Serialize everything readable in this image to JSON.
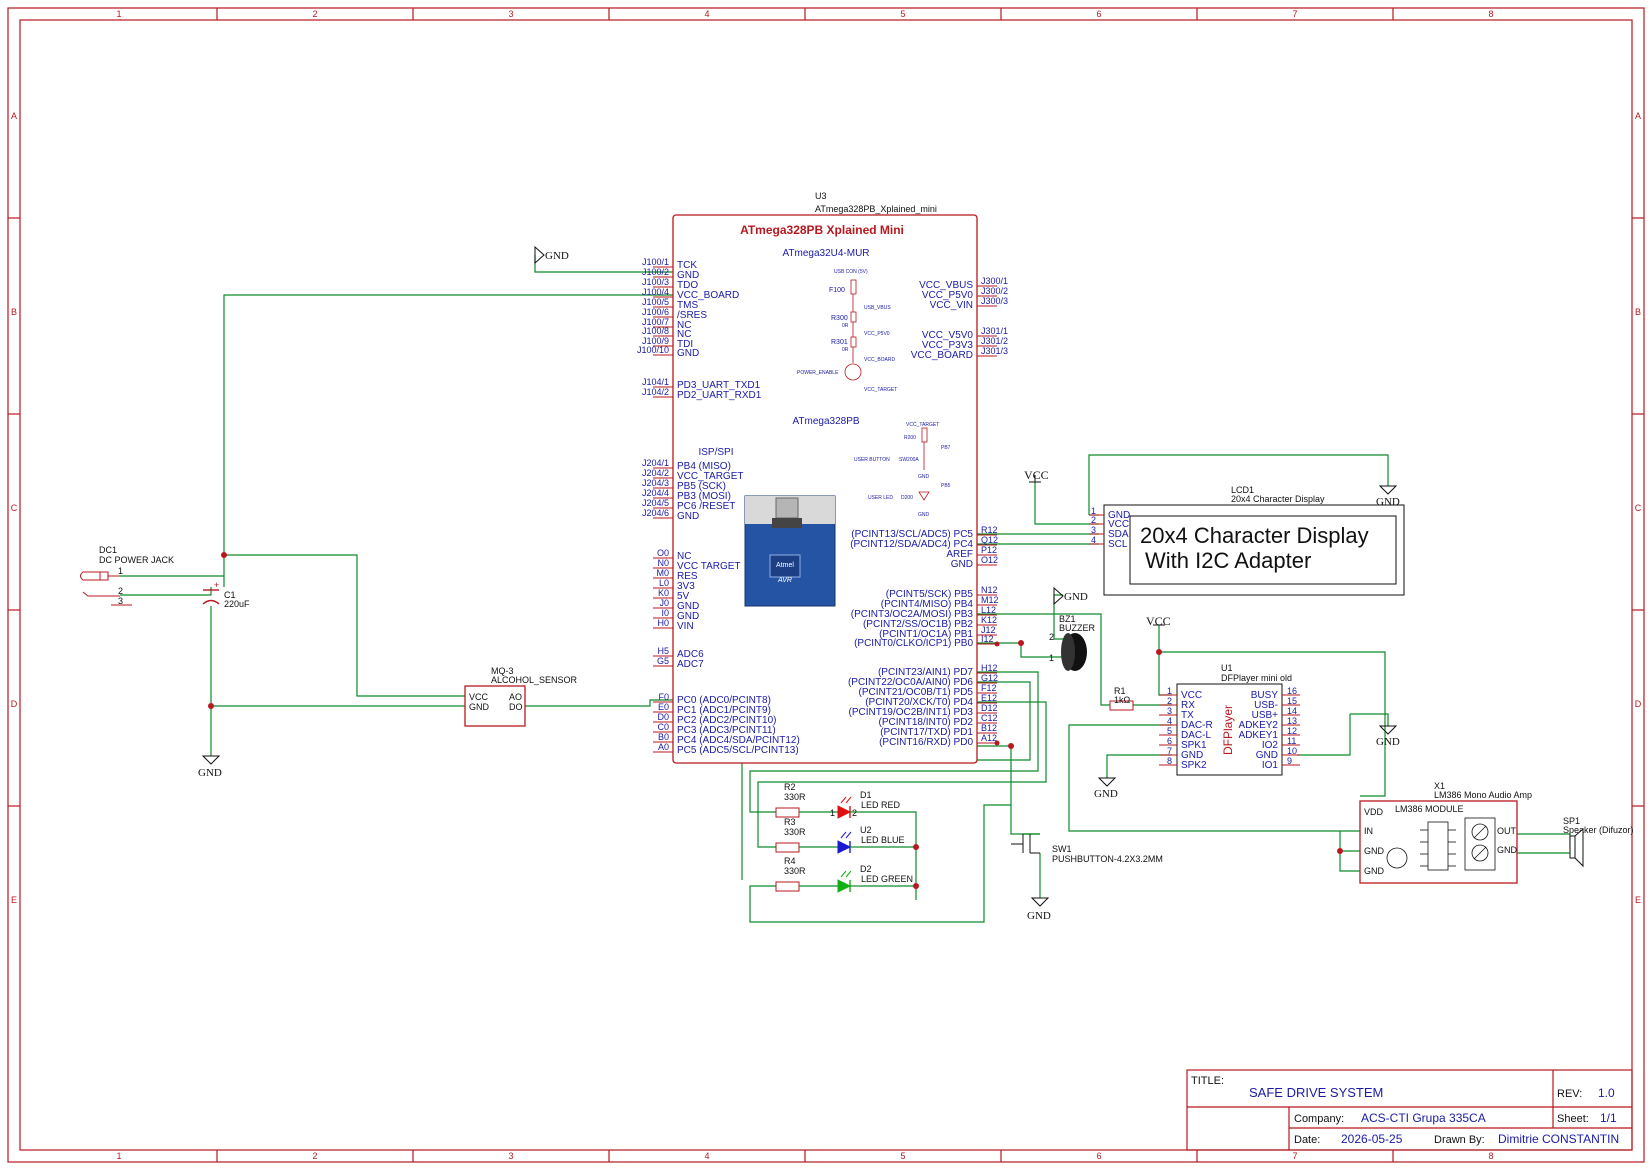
{
  "frame": {
    "columns": [
      "1",
      "2",
      "3",
      "4",
      "5",
      "6",
      "7",
      "8"
    ],
    "rows": [
      "A",
      "B",
      "C",
      "D",
      "E"
    ]
  },
  "title_block": {
    "title_label": "TITLE:",
    "title": "SAFE DRIVE SYSTEM",
    "rev_label": "REV:",
    "rev": "1.0",
    "company_label": "Company:",
    "company": "ACS-CTI Grupa 335CA",
    "sheet_label": "Sheet:",
    "sheet": "1/1",
    "date_label": "Date:",
    "date": "2026-05-25",
    "drawn_label": "Drawn By:",
    "drawn_by": "Dimitrie CONSTANTIN"
  },
  "u3": {
    "ref": "U3",
    "value": "ATmega328PB_Xplained_mini",
    "title": "ATmega328PB Xplained Mini",
    "sub1": "ATmega32U4-MUR",
    "sub2": "ATmega328PB",
    "isp_title": "ISP/SPI",
    "inner": {
      "usb_con": "USB CON (5V)",
      "f100": "F100",
      "usb_vbus": "USB_VBUS",
      "r300": "R300",
      "r300v": "0R",
      "vcc_p5v0": "VCC_P5V0",
      "r301": "R301",
      "r301v": "0R",
      "vcc_board": "VCC_BOARD",
      "power_enable": "POWER_ENABLE",
      "vcc_target": "VCC_TARGET",
      "vcc_target2": "VCC_TARGET",
      "r200": "R200",
      "pb7": "PB7",
      "user_button": "USER BUTTON",
      "sw200a": "SW200A",
      "gnd1": "GND",
      "pb5": "PB5",
      "user_led": "USER LED",
      "d200": "D200",
      "gnd2": "GND"
    },
    "left_pins": [
      {
        "num": "J100/1",
        "name": "TCK"
      },
      {
        "num": "J100/2",
        "name": "GND"
      },
      {
        "num": "J100/3",
        "name": "TDO"
      },
      {
        "num": "J100/4",
        "name": "VCC_BOARD"
      },
      {
        "num": "J100/5",
        "name": "TMS"
      },
      {
        "num": "J100/6",
        "name": "/SRES"
      },
      {
        "num": "J100/7",
        "name": "NC"
      },
      {
        "num": "J100/8",
        "name": "NC"
      },
      {
        "num": "J100/9",
        "name": "TDI"
      },
      {
        "num": "J100/10",
        "name": "GND"
      },
      {
        "num": "J104/1",
        "name": "PD3_UART_TXD1"
      },
      {
        "num": "J104/2",
        "name": "PD2_UART_RXD1"
      },
      {
        "num": "J204/1",
        "name": "PB4 (MISO)"
      },
      {
        "num": "J204/2",
        "name": "VCC_TARGET"
      },
      {
        "num": "J204/3",
        "name": "PB5 (SCK)"
      },
      {
        "num": "J204/4",
        "name": "PB3 (MOSI)"
      },
      {
        "num": "J204/5",
        "name": "PC6 /RESET"
      },
      {
        "num": "J204/6",
        "name": "GND"
      },
      {
        "num": "O0",
        "name": "NC"
      },
      {
        "num": "N0",
        "name": "VCC TARGET"
      },
      {
        "num": "M0",
        "name": "RES"
      },
      {
        "num": "L0",
        "name": "3V3"
      },
      {
        "num": "K0",
        "name": "5V"
      },
      {
        "num": "J0",
        "name": "GND"
      },
      {
        "num": "I0",
        "name": "GND"
      },
      {
        "num": "H0",
        "name": "VIN"
      },
      {
        "num": "H5",
        "name": "ADC6"
      },
      {
        "num": "G5",
        "name": "ADC7"
      },
      {
        "num": "F0",
        "name": "PC0 (ADC0/PCINT8)"
      },
      {
        "num": "E0",
        "name": "PC1 (ADC1/PCINT9)"
      },
      {
        "num": "D0",
        "name": "PC2 (ADC2/PCINT10)"
      },
      {
        "num": "C0",
        "name": "PC3 (ADC3/PCINT11)"
      },
      {
        "num": "B0",
        "name": "PC4 (ADC4/SDA/PCINT12)"
      },
      {
        "num": "A0",
        "name": "PC5 (ADC5/SCL/PCINT13)"
      }
    ],
    "right_pins": [
      {
        "num": "J300/1",
        "name": "VCC_VBUS"
      },
      {
        "num": "J300/2",
        "name": "VCC_P5V0"
      },
      {
        "num": "J300/3",
        "name": "VCC_VIN"
      },
      {
        "num": "J301/1",
        "name": "VCC_V5V0"
      },
      {
        "num": "J301/2",
        "name": "VCC_P3V3"
      },
      {
        "num": "J301/3",
        "name": "VCC_BOARD"
      },
      {
        "num": "R12",
        "name": "(PCINT13/SCL/ADC5) PC5"
      },
      {
        "num": "Q12",
        "name": "(PCINT12/SDA/ADC4) PC4"
      },
      {
        "num": "P12",
        "name": "AREF"
      },
      {
        "num": "O12",
        "name": "GND"
      },
      {
        "num": "N12",
        "name": "(PCINT5/SCK) PB5"
      },
      {
        "num": "M12",
        "name": "(PCINT4/MISO) PB4"
      },
      {
        "num": "L12",
        "name": "(PCINT3/OC2A/MOSI) PB3"
      },
      {
        "num": "K12",
        "name": "(PCINT2/SS/OC1B) PB2"
      },
      {
        "num": "J12",
        "name": "(PCINT1/OC1A) PB1"
      },
      {
        "num": "I12",
        "name": "(PCINT0/CLKO/ICP1) PB0"
      },
      {
        "num": "H12",
        "name": "(PCINT23/AIN1) PD7"
      },
      {
        "num": "G12",
        "name": "(PCINT22/OC0A/AIN0) PD6"
      },
      {
        "num": "F12",
        "name": "(PCINT21/OC0B/T1) PD5"
      },
      {
        "num": "E12",
        "name": "(PCINT20/XCK/T0) PD4"
      },
      {
        "num": "D12",
        "name": "(PCINT19/OC2B/INT1) PD3"
      },
      {
        "num": "C12",
        "name": "(PCINT18/INT0) PD2"
      },
      {
        "num": "B12",
        "name": "(PCINT17/TXD) PD1"
      },
      {
        "num": "A12",
        "name": "(PCINT16/RXD) PD0"
      }
    ]
  },
  "lcd": {
    "ref": "LCD1",
    "value": "20x4 Character Display",
    "text1": "20x4 Character Display",
    "text2": "With I2C Adapter",
    "pins": [
      {
        "num": "1",
        "name": "GND"
      },
      {
        "num": "2",
        "name": "VCC"
      },
      {
        "num": "3",
        "name": "SDA"
      },
      {
        "num": "4",
        "name": "SCL"
      }
    ]
  },
  "dfplayer": {
    "ref": "U1",
    "value": "DFPlayer mini old",
    "body": "DFPlayer",
    "left_pins": [
      {
        "num": "1",
        "name": "VCC"
      },
      {
        "num": "2",
        "name": "RX"
      },
      {
        "num": "3",
        "name": "TX"
      },
      {
        "num": "4",
        "name": "DAC-R"
      },
      {
        "num": "5",
        "name": "DAC-L"
      },
      {
        "num": "6",
        "name": "SPK1"
      },
      {
        "num": "7",
        "name": "GND"
      },
      {
        "num": "8",
        "name": "SPK2"
      }
    ],
    "right_pins": [
      {
        "num": "16",
        "name": "BUSY"
      },
      {
        "num": "15",
        "name": "USB-"
      },
      {
        "num": "14",
        "name": "USB+"
      },
      {
        "num": "13",
        "name": "ADKEY2"
      },
      {
        "num": "12",
        "name": "ADKEY1"
      },
      {
        "num": "11",
        "name": "IO2"
      },
      {
        "num": "10",
        "name": "GND"
      },
      {
        "num": "9",
        "name": "IO1"
      }
    ]
  },
  "lm386": {
    "ref": "X1",
    "value": "LM386 Mono Audio Amp",
    "title": "LM386 MODULE",
    "pins": [
      "VDD",
      "IN",
      "GND",
      "GND"
    ],
    "out_pins": [
      "OUT",
      "GND"
    ]
  },
  "speaker": {
    "ref": "SP1",
    "value": "Speaker (Difuzor)"
  },
  "dc1": {
    "ref": "DC1",
    "value": "DC POWER JACK",
    "pins": [
      "1",
      "2",
      "3"
    ]
  },
  "c1": {
    "ref": "C1",
    "value": "220uF",
    "plus": "+"
  },
  "mq3": {
    "ref": "MQ-3",
    "value": "ALCOHOL_SENSOR",
    "pins": [
      "VCC",
      "GND",
      "AO",
      "DO"
    ]
  },
  "bz1": {
    "ref": "BZ1",
    "value": "BUZZER",
    "pins": [
      "2",
      "1"
    ]
  },
  "r1": {
    "ref": "R1",
    "value": "1kΩ"
  },
  "sw1": {
    "ref": "SW1",
    "value": "PUSHBUTTON-4.2X3.2MM"
  },
  "leds": [
    {
      "rref": "R2",
      "rval": "330R",
      "dref": "D1",
      "dval": "LED RED",
      "color": "#e01010",
      "p1": "1",
      "p2": "2"
    },
    {
      "rref": "R3",
      "rval": "330R",
      "dref": "U2",
      "dval": "LED BLUE",
      "color": "#1a1ad0",
      "p1": "",
      "p2": ""
    },
    {
      "rref": "R4",
      "rval": "330R",
      "dref": "D2",
      "dval": "LED GREEN",
      "color": "#10b010",
      "p1": "",
      "p2": ""
    }
  ],
  "power_labels": {
    "gnd": "GND",
    "vcc": "VCC"
  }
}
